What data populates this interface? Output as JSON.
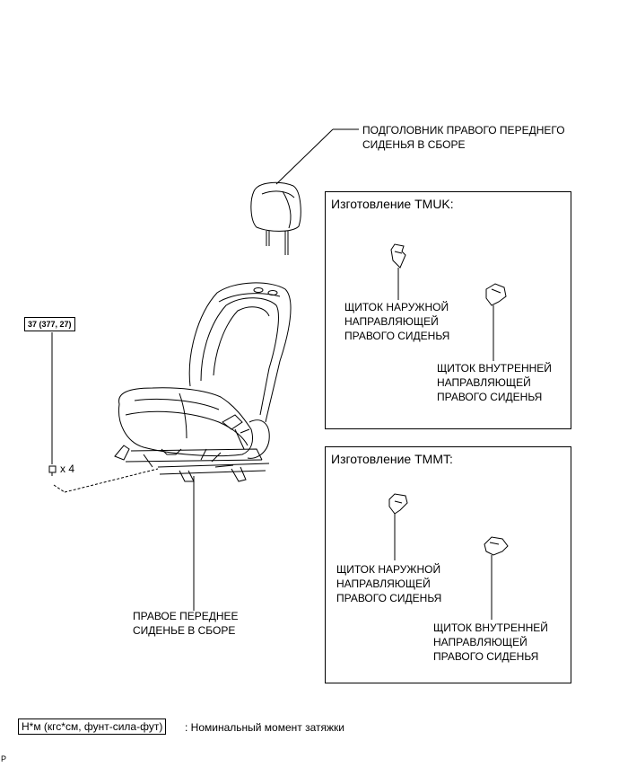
{
  "labels": {
    "headrest": [
      "ПОДГОЛОВНИК ПРАВОГО ПЕРЕДНЕГО",
      "СИДЕНЬЯ В СБОРЕ"
    ],
    "seat": [
      "ПРАВОЕ ПЕРЕДНЕЕ",
      "СИДЕНЬЕ В СБОРЕ"
    ],
    "qty": "x 4"
  },
  "torque": "37 (377, 27)",
  "panels": [
    {
      "title": "Изготовление TMUK:",
      "outer_cover": [
        "ЩИТОК НАРУЖНОЙ",
        "НАПРАВЛЯЮЩЕЙ",
        "ПРАВОГО СИДЕНЬЯ"
      ],
      "inner_cover": [
        "ЩИТОК ВНУТРЕННЕЙ",
        "НАПРАВЛЯЮЩЕЙ",
        "ПРАВОГО СИДЕНЬЯ"
      ]
    },
    {
      "title": "Изготовление TMMT:",
      "outer_cover": [
        "ЩИТОК НАРУЖНОЙ",
        "НАПРАВЛЯЮЩЕЙ",
        "ПРАВОГО СИДЕНЬЯ"
      ],
      "inner_cover": [
        "ЩИТОК ВНУТРЕННЕЙ",
        "НАПРАВЛЯЮЩЕЙ",
        "ПРАВОГО СИДЕНЬЯ"
      ]
    }
  ],
  "legend": {
    "unit": "Н*м (кгс*см, фунт-сила-фут)",
    "description": ": Номинальный момент затяжки"
  },
  "corner_mark": "P"
}
